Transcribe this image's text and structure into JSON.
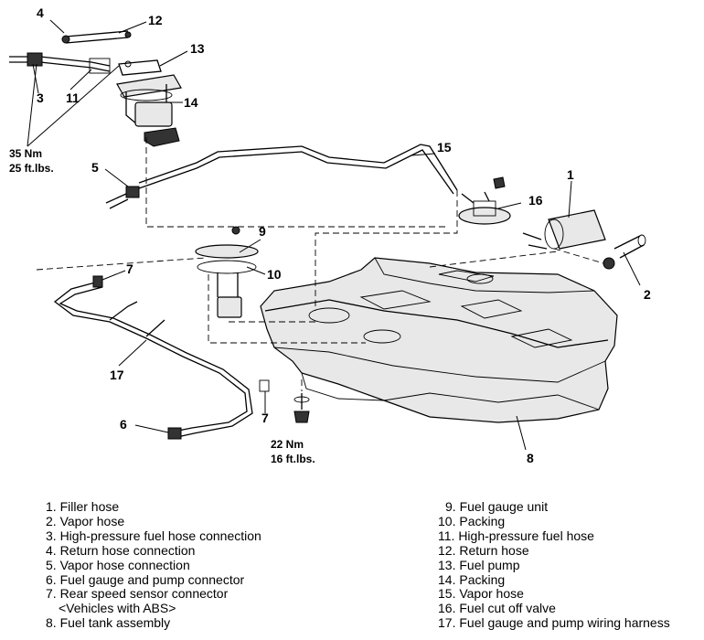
{
  "callouts": {
    "c1": "1",
    "c2": "2",
    "c3": "3",
    "c4": "4",
    "c5": "5",
    "c6": "6",
    "c7a": "7",
    "c7b": "7",
    "c8": "8",
    "c9": "9",
    "c10": "10",
    "c11": "11",
    "c12": "12",
    "c13": "13",
    "c14": "14",
    "c15": "15",
    "c16": "16",
    "c17": "17"
  },
  "torque_upper": {
    "metric": "35 Nm",
    "imperial": "25 ft.lbs."
  },
  "torque_lower": {
    "metric": "22 Nm",
    "imperial": "16 ft.lbs."
  },
  "legend_left": [
    "1. Filler hose",
    "2. Vapor hose",
    "3. High-pressure fuel hose connection",
    "4. Return hose connection",
    "5. Vapor hose connection",
    "6. Fuel gauge and pump connector",
    "7. Rear speed sensor connector",
    "<Vehicles with ABS>",
    "8. Fuel tank assembly"
  ],
  "legend_right": [
    "9. Fuel gauge unit",
    "10. Packing",
    "11. High-pressure fuel hose",
    "12. Return hose",
    "13. Fuel pump",
    "14. Packing",
    "15. Vapor hose",
    "16. Fuel cut off valve",
    "17. Fuel gauge and pump wiring harness"
  ]
}
